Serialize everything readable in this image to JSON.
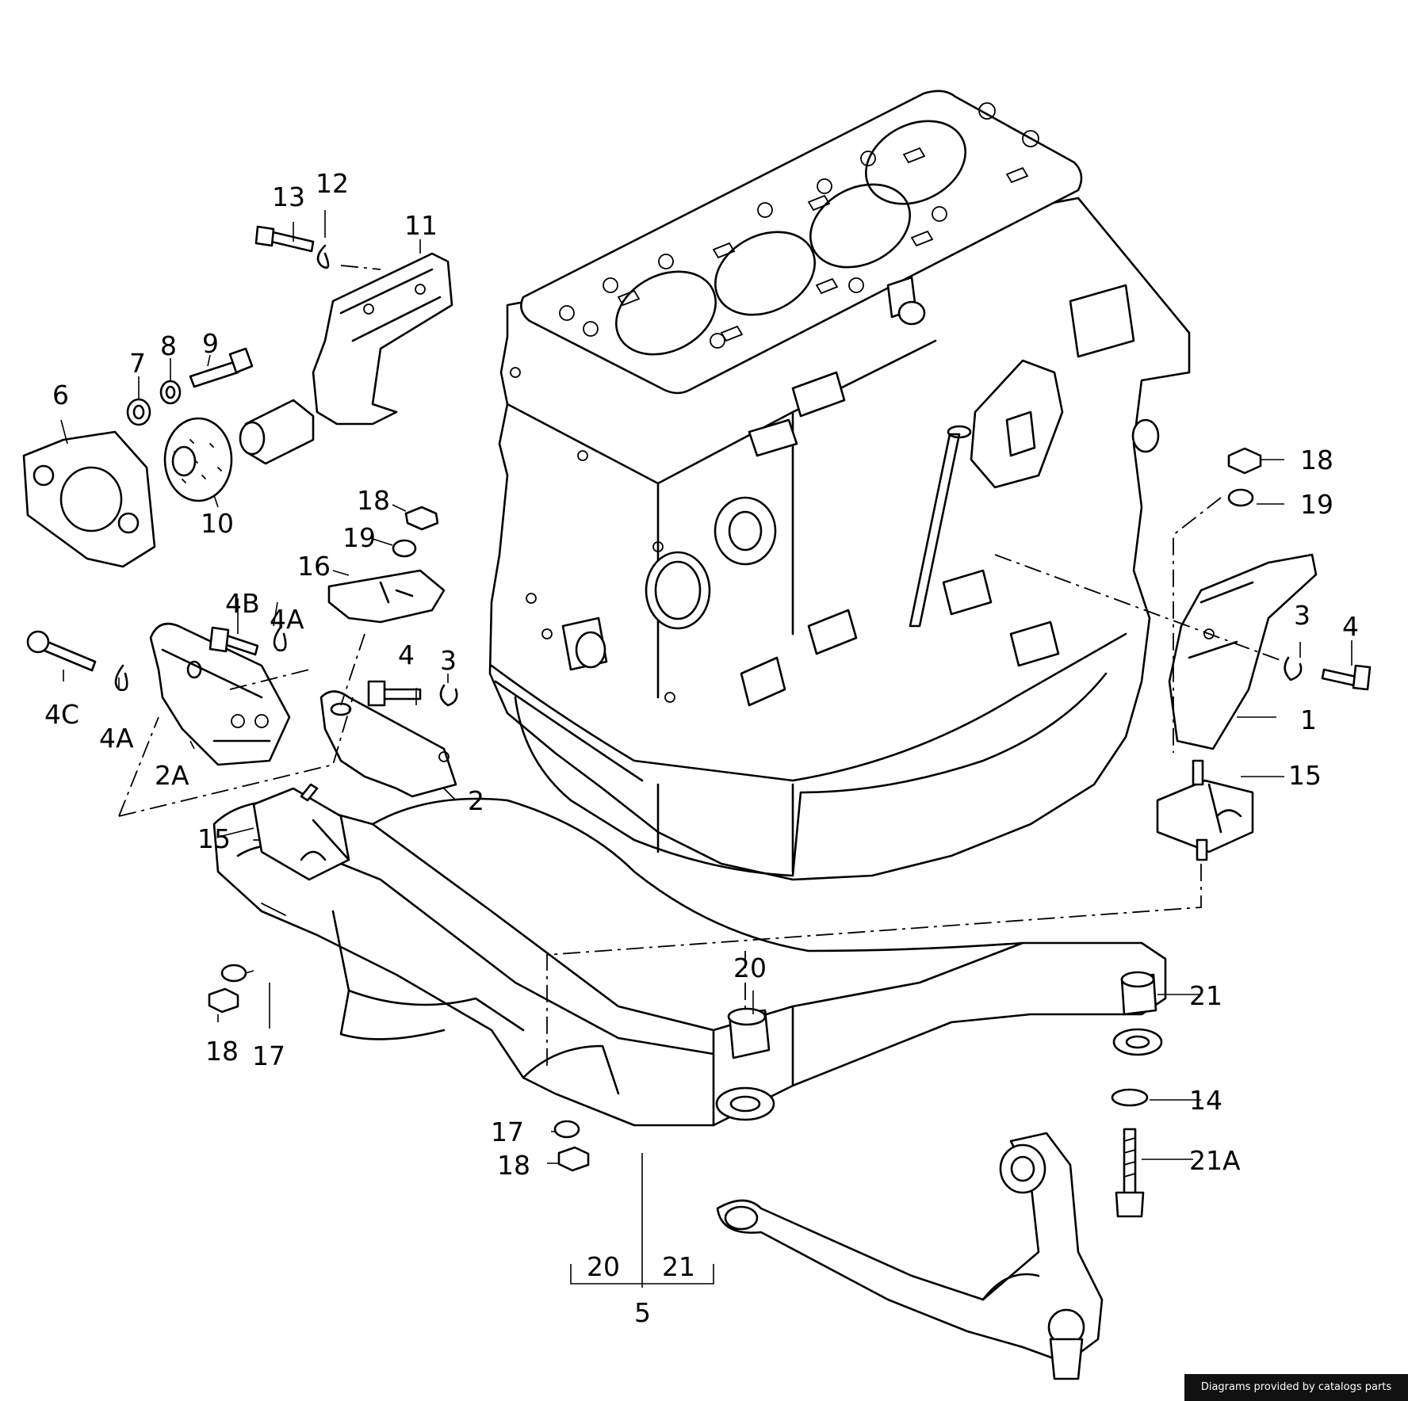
{
  "callouts": {
    "c1": "1",
    "c2": "2",
    "c2A": "2A",
    "c3a": "3",
    "c3b": "3",
    "c4a": "4",
    "c4b": "4",
    "c4Aa": "4A",
    "c4Ab": "4A",
    "c4B": "4B",
    "c4C": "4C",
    "c5": "5",
    "c6": "6",
    "c7": "7",
    "c8": "8",
    "c9": "9",
    "c10": "10",
    "c11": "11",
    "c12": "12",
    "c13": "13",
    "c14": "14",
    "c15a": "15",
    "c15b": "15",
    "c16": "16",
    "c17a": "17",
    "c17b": "17",
    "c18a": "18",
    "c18b": "18",
    "c18c": "18",
    "c18d": "18",
    "c19a": "19",
    "c19b": "19",
    "c20a": "20",
    "c20b": "20",
    "c21a": "21",
    "c21b": "21",
    "c21A": "21A"
  },
  "credit": "Diagrams provided by catalogs parts"
}
